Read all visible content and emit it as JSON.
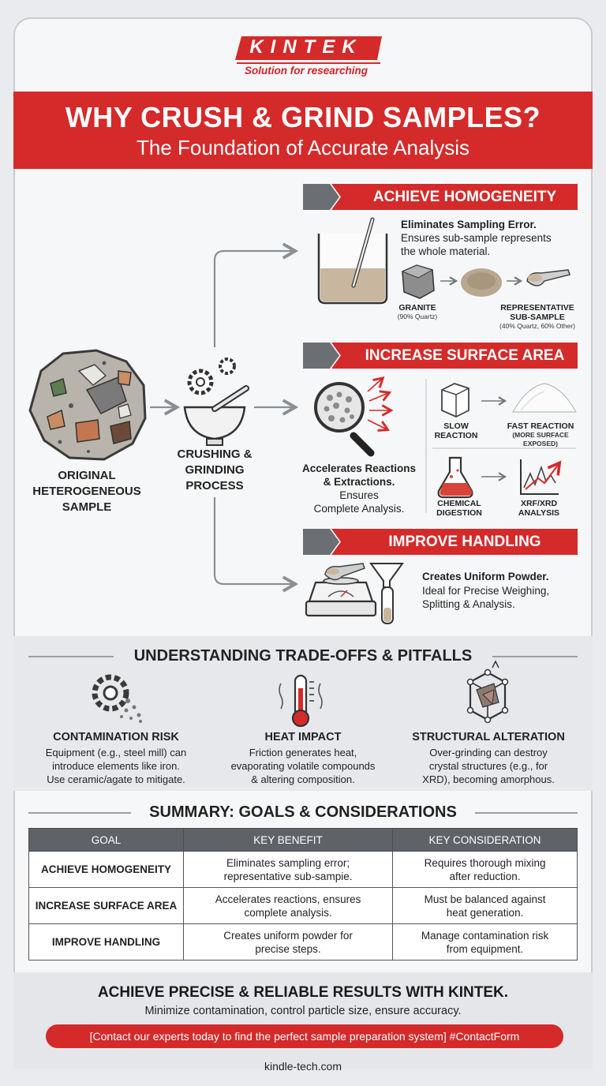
{
  "brand": {
    "logo": "KINTEK",
    "tagline": "Solution for researching",
    "red": "#d42a2a"
  },
  "banner": {
    "title": "WHY CRUSH & GRIND SAMPLES?",
    "subtitle": "The Foundation of Accurate Analysis"
  },
  "flow": {
    "original_sample_label": "ORIGINAL\nHETEROGENEOUS\nSAMPLE",
    "process_label": "CRUSHING &\nGRINDING\nPROCESS"
  },
  "homogeneity": {
    "header": "ACHIEVE HOMOGENEITY",
    "lead": "Eliminates Sampling Error.",
    "body": "Ensures sub-sample represents\nthe whole material.",
    "granite_label": "GRANITE",
    "granite_note": "(90% Quartz)",
    "rep_label": "REPRESENTATIVE\nSUB-SAMPLE",
    "rep_note": "(40% Quartz, 60% Other)"
  },
  "surface": {
    "header": "INCREASE SURFACE AREA",
    "lead": "Accelerates Reactions\n& Extractions.",
    "body": "Ensures\nComplete Analysis.",
    "slow_label": "SLOW\nREACTION",
    "fast_label": "FAST REACTION",
    "fast_note": "(MORE SURFACE\nEXPOSED)",
    "digestion_label": "CHEMICAL\nDIGESTION",
    "xrf_label": "XRF/XRD\nANALYSIS"
  },
  "handling": {
    "header": "IMPROVE HANDLING",
    "lead": "Creates Uniform Powder.",
    "body": "Ideal for Precise Weighing,\nSplitting & Analysis."
  },
  "tradeoffs": {
    "title": "UNDERSTANDING TRADE-OFFS & PITFALLS",
    "items": [
      {
        "icon": "gear-particles-icon",
        "title": "CONTAMINATION RISK",
        "text": "Equipment (e.g., steel mill) can\nintroduce elements like iron.\nUse ceramic/agate to mitigate."
      },
      {
        "icon": "thermometer-icon",
        "title": "HEAT IMPACT",
        "text": "Friction generates heat,\nevaporating volatile compounds\n& altering composition."
      },
      {
        "icon": "crystal-lattice-icon",
        "title": "STRUCTURAL ALTERATION",
        "text": "Over-grinding can destroy\ncrystal structures (e.g., for\nXRD), becoming amorphous."
      }
    ]
  },
  "summary": {
    "title": "SUMMARY: GOALS & CONSIDERATIONS",
    "headers": [
      "GOAL",
      "KEY BENEFIT",
      "KEY CONSIDERATION"
    ],
    "rows": [
      [
        "ACHIEVE HOMOGENEITY",
        "Eliminates sampling error;\nrepresentative sub-sampie.",
        "Requires thorough mixing\nafter reduction."
      ],
      [
        "INCREASE SURFACE AREA",
        "Accelerates reactions, ensures\ncomplete analysis.",
        "Must be balanced against\nheat generation."
      ],
      [
        "IMPROVE HANDLING",
        "Creates uniform powder for\nprecise steps.",
        "Manage contamination risk\nfrom equipment."
      ]
    ]
  },
  "footer": {
    "cta_title": "ACHIEVE PRECISE & RELIABLE RESULTS WITH KINTEK.",
    "cta_sub": "Minimize contamination, control particle size, ensure accuracy.",
    "cta_button": "[Contact our experts today to find the perfect sample preparation system] #ContactForm",
    "site": "kindle-tech.com"
  }
}
